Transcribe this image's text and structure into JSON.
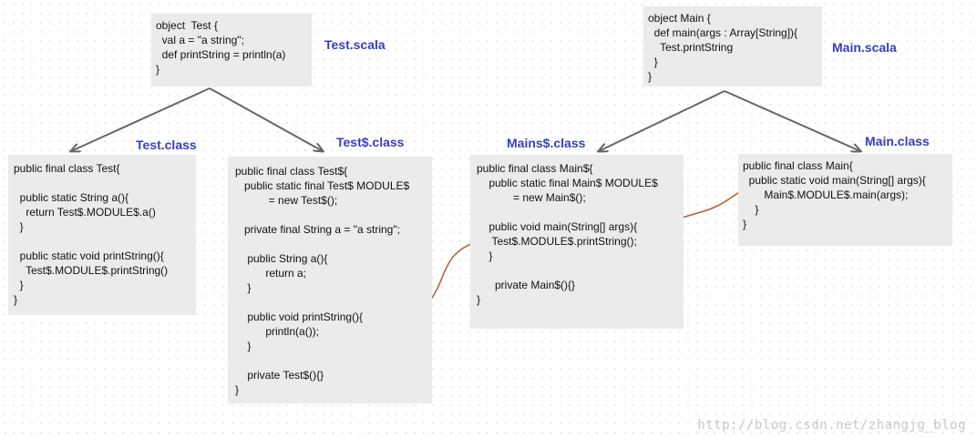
{
  "labels": {
    "test_scala": "Test.scala",
    "main_scala": "Main.scala",
    "test_class": "Test.class",
    "test_dollar_class": "Test$.class",
    "mains_dollar_class": "Mains$.class",
    "main_class": "Main.class"
  },
  "code": {
    "test_scala": "object  Test {\n  val a = \"a string\";\n  def printString = println(a)\n}",
    "main_scala": "object Main {\n  def main(args : Array[String]){\n    Test.printString\n  }\n}",
    "test_class": "public final class Test{\n\n  public static String a(){\n    return Test$.MODULE$.a()\n  }\n\n  public static void printString(){\n    Test$.MODULE$.printString()\n  }\n}",
    "test_dollar_class": "public final class Test${\n   public static final Test$ MODULE$\n           = new Test$();\n\n   private final String a = \"a string\";\n\n    public String a(){\n          return a;\n    }\n\n    public void printString(){\n          println(a());\n    }\n\n    private Test$(){}\n}",
    "main_dollar_class": "public final class Main${\n    public static final Main$ MODULE$\n            = new Main$();\n\n    public void main(String[] args){\n     Test$.MODULE$.printString();\n    }\n\n      private Main$(){}\n}",
    "main_class": "public final class Main{\n  public static void main(String[] args){\n       Main$.MODULE$.main(args);\n    }\n}"
  },
  "watermark": "http://blog.csdn.net/zhangjg_blog",
  "colors": {
    "label": "#3a3dbf",
    "box": "#ebebeb",
    "arrow_gray": "#666666",
    "arrow_brown": "#b0673a"
  }
}
